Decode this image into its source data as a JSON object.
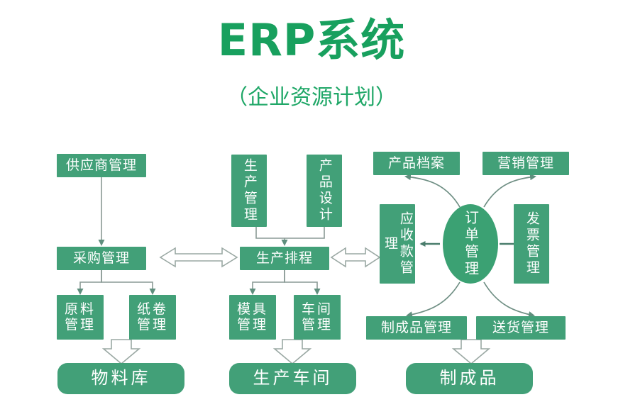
{
  "header": {
    "title": "ERP系统",
    "subtitle": "（企业资源计划）"
  },
  "colors": {
    "box_fill": "#42a078",
    "box_text": "#ffffff",
    "title_green": "#18a05e",
    "subtitle_green": "#1fa767",
    "thin_line": "#8a9a95",
    "block_arrow_outline": "#9aa8a3",
    "block_arrow_fill": "#ffffff",
    "background": "#ffffff"
  },
  "nodes": {
    "supplier_mgmt": "供应商管理",
    "procurement_mgmt": "采购管理",
    "raw_material_mgmt": "原料\n管理",
    "paper_roll_mgmt": "纸卷\n管理",
    "material_warehouse": "物料库",
    "production_mgmt": "生产管理",
    "product_design": "产品设计",
    "production_schedule": "生产排程",
    "mold_mgmt": "模具\n管理",
    "workshop_mgmt": "车间\n管理",
    "production_workshop": "生产车间",
    "product_archive": "产品档案",
    "marketing_mgmt": "营销管理",
    "receivables_mgmt": "应收款管理",
    "order_mgmt": "订单管理",
    "invoice_mgmt": "发票管理",
    "finished_goods_mgmt": "制成品管理",
    "delivery_mgmt": "送货管理",
    "finished_goods": "制成品"
  },
  "connectors": {
    "supplier_to_procurement": "arrow-down",
    "procurement_to_raw_material": "arrow-down-branch",
    "procurement_to_paper_roll": "arrow-down-branch",
    "raw_paper_to_warehouse": "block-arrow-down",
    "production_design_to_schedule": "arrow-down-merge",
    "schedule_to_mold": "arrow-down-branch",
    "schedule_to_workshop": "arrow-down-branch",
    "mold_workshop_to_production_workshop": "block-arrow-down",
    "procurement_schedule_link": "block-arrow-double-horizontal",
    "schedule_receivables_link": "block-arrow-double-horizontal",
    "order_to_receivables": "arrow-left",
    "order_to_invoice": "arrow-right",
    "order_to_product_archive": "curved-arrow-up-left",
    "order_to_marketing": "curved-arrow-up-right",
    "order_to_finished_goods_mgmt": "curved-arrow-down-left",
    "order_to_delivery": "curved-arrow-down-right",
    "finished_delivery_to_finished_goods": "block-arrow-down"
  }
}
